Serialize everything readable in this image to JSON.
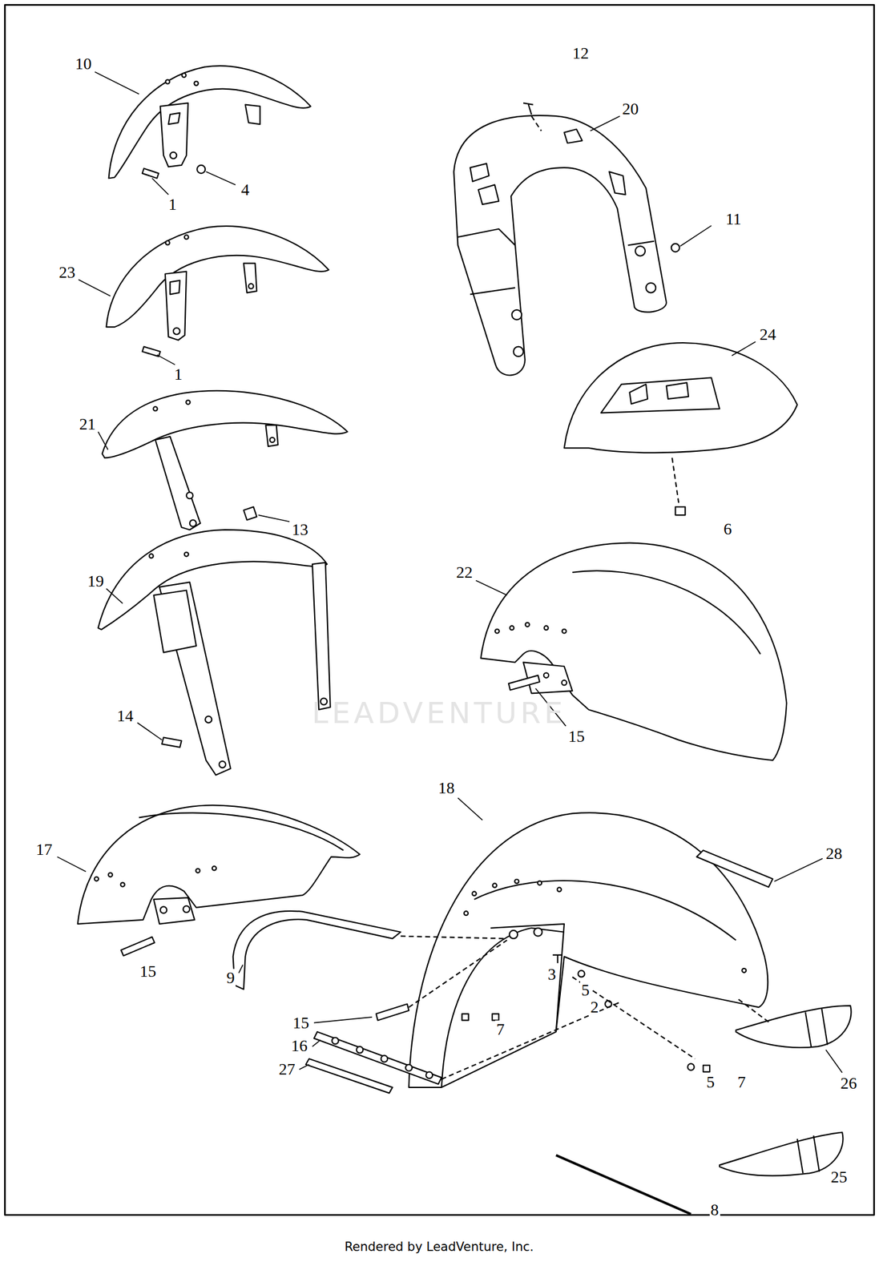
{
  "diagram": {
    "labels": [
      "10",
      "12",
      "20",
      "4",
      "1",
      "11",
      "23",
      "24",
      "1",
      "21",
      "13",
      "6",
      "22",
      "19",
      "14",
      "15",
      "18",
      "28",
      "17",
      "15",
      "3",
      "9",
      "5",
      "2",
      "15",
      "7",
      "16",
      "27",
      "5",
      "7",
      "26",
      "25",
      "8",
      "LEADVENTURE",
      "Rendered by LeadVenture, Inc."
    ]
  }
}
